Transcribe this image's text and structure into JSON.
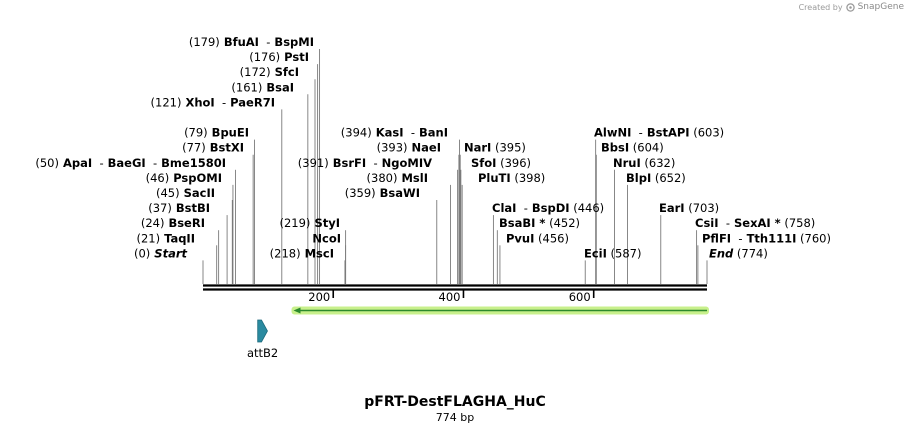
{
  "credit": {
    "text": "Created by",
    "brand": "SnapGene",
    "logo_icon": "snapgene-logo-icon"
  },
  "plasmid": {
    "name": "pFRT-DestFLAGHA_HuC",
    "length_label": "774 bp",
    "length": 774
  },
  "axis": {
    "ticks": [
      {
        "pos": 200,
        "label": "200"
      },
      {
        "pos": 400,
        "label": "400"
      },
      {
        "pos": 600,
        "label": "600"
      }
    ]
  },
  "features": [
    {
      "name": "attB2",
      "type": "arrow-right",
      "start": 84,
      "end": 99,
      "color": "#2a8aa0"
    },
    {
      "name": "",
      "type": "arrow-left",
      "start": 139,
      "end": 774,
      "color": "#2c8a2c",
      "glow": "#c8f08c"
    }
  ],
  "sites": [
    {
      "label_pos": "left",
      "parts": [
        {
          "t": "(179)"
        },
        {
          "t": "BfuAI",
          "b": true
        },
        {
          "t": "-"
        },
        {
          "t": "BspMI",
          "b": true
        }
      ],
      "pos": 179
    },
    {
      "label_pos": "left",
      "parts": [
        {
          "t": "(176)"
        },
        {
          "t": "PstI",
          "b": true
        }
      ],
      "pos": 176
    },
    {
      "label_pos": "left",
      "parts": [
        {
          "t": "(172)"
        },
        {
          "t": "SfcI",
          "b": true
        }
      ],
      "pos": 172
    },
    {
      "label_pos": "left",
      "parts": [
        {
          "t": "(161)"
        },
        {
          "t": "BsaI",
          "b": true
        }
      ],
      "pos": 161
    },
    {
      "label_pos": "left",
      "parts": [
        {
          "t": "(121)"
        },
        {
          "t": "XhoI",
          "b": true
        },
        {
          "t": "-"
        },
        {
          "t": "PaeR7I",
          "b": true
        }
      ],
      "pos": 121
    },
    {
      "label_pos": "left",
      "parts": [
        {
          "t": "(79)"
        },
        {
          "t": "BpuEI",
          "b": true
        }
      ],
      "pos": 79
    },
    {
      "label_pos": "left",
      "parts": [
        {
          "t": "(77)"
        },
        {
          "t": "BstXI",
          "b": true
        }
      ],
      "pos": 77
    },
    {
      "label_pos": "left",
      "parts": [
        {
          "t": "(50)"
        },
        {
          "t": "ApaI",
          "b": true
        },
        {
          "t": "-"
        },
        {
          "t": "BaeGI",
          "b": true
        },
        {
          "t": "-"
        },
        {
          "t": "Bme1580I",
          "b": true
        }
      ],
      "pos": 50
    },
    {
      "label_pos": "left",
      "parts": [
        {
          "t": "(46)"
        },
        {
          "t": "PspOMI",
          "b": true
        }
      ],
      "pos": 46
    },
    {
      "label_pos": "left",
      "parts": [
        {
          "t": "(45)"
        },
        {
          "t": "SacII",
          "b": true
        }
      ],
      "pos": 45
    },
    {
      "label_pos": "left",
      "parts": [
        {
          "t": "(37)"
        },
        {
          "t": "BstBI",
          "b": true
        }
      ],
      "pos": 37
    },
    {
      "label_pos": "left",
      "parts": [
        {
          "t": "(24)"
        },
        {
          "t": "BseRI",
          "b": true
        }
      ],
      "pos": 24
    },
    {
      "label_pos": "left",
      "parts": [
        {
          "t": "(21)"
        },
        {
          "t": "TaqII",
          "b": true
        }
      ],
      "pos": 21
    },
    {
      "label_pos": "left",
      "parts": [
        {
          "t": "(0)"
        },
        {
          "t": "Start",
          "b": true,
          "i": true
        }
      ],
      "pos": 0
    },
    {
      "label_pos": "left",
      "parts": [
        {
          "t": "(219)"
        },
        {
          "t": "StyI",
          "b": true
        }
      ],
      "pos": 219
    },
    {
      "label_pos": "left",
      "parts": [
        {
          "t": "NcoI",
          "b": true
        }
      ],
      "pos": 219
    },
    {
      "label_pos": "left",
      "parts": [
        {
          "t": "(218)"
        },
        {
          "t": "MscI",
          "b": true
        }
      ],
      "pos": 218
    },
    {
      "label_pos": "left",
      "parts": [
        {
          "t": "(394)"
        },
        {
          "t": "KasI",
          "b": true
        },
        {
          "t": "-"
        },
        {
          "t": "BanI",
          "b": true
        }
      ],
      "pos": 394
    },
    {
      "label_pos": "left",
      "parts": [
        {
          "t": "(393)"
        },
        {
          "t": "NaeI",
          "b": true
        }
      ],
      "pos": 393
    },
    {
      "label_pos": "left",
      "parts": [
        {
          "t": "(391)"
        },
        {
          "t": "BsrFI",
          "b": true
        },
        {
          "t": "-"
        },
        {
          "t": "NgoMIV",
          "b": true
        }
      ],
      "pos": 391
    },
    {
      "label_pos": "left",
      "parts": [
        {
          "t": "(380)"
        },
        {
          "t": "MslI",
          "b": true
        }
      ],
      "pos": 380
    },
    {
      "label_pos": "left",
      "parts": [
        {
          "t": "(359)"
        },
        {
          "t": "BsaWI",
          "b": true
        }
      ],
      "pos": 359
    },
    {
      "label_pos": "right",
      "parts": [
        {
          "t": "NarI",
          "b": true
        },
        {
          "t": "(395)"
        }
      ],
      "pos": 395
    },
    {
      "label_pos": "right",
      "parts": [
        {
          "t": "SfoI",
          "b": true
        },
        {
          "t": "(396)"
        }
      ],
      "pos": 396
    },
    {
      "label_pos": "right",
      "parts": [
        {
          "t": "PluTI",
          "b": true
        },
        {
          "t": "(398)"
        }
      ],
      "pos": 398
    },
    {
      "label_pos": "right",
      "parts": [
        {
          "t": "ClaI",
          "b": true
        },
        {
          "t": "-"
        },
        {
          "t": "BspDI",
          "b": true
        },
        {
          "t": "(446)"
        }
      ],
      "pos": 446
    },
    {
      "label_pos": "right",
      "parts": [
        {
          "t": "BsaBI *",
          "b": true
        },
        {
          "t": "(452)"
        }
      ],
      "pos": 452
    },
    {
      "label_pos": "right",
      "parts": [
        {
          "t": "PvuI",
          "b": true
        },
        {
          "t": "(456)"
        }
      ],
      "pos": 456
    },
    {
      "label_pos": "right",
      "parts": [
        {
          "t": "AlwNI",
          "b": true
        },
        {
          "t": "-"
        },
        {
          "t": "BstAPI",
          "b": true
        },
        {
          "t": "(603)"
        }
      ],
      "pos": 603
    },
    {
      "label_pos": "right",
      "parts": [
        {
          "t": "BbsI",
          "b": true
        },
        {
          "t": "(604)"
        }
      ],
      "pos": 604
    },
    {
      "label_pos": "right",
      "parts": [
        {
          "t": "NruI",
          "b": true
        },
        {
          "t": "(632)"
        }
      ],
      "pos": 632
    },
    {
      "label_pos": "right",
      "parts": [
        {
          "t": "BlpI",
          "b": true
        },
        {
          "t": "(652)"
        }
      ],
      "pos": 652
    },
    {
      "label_pos": "right",
      "parts": [
        {
          "t": "EciI",
          "b": true
        },
        {
          "t": "(587)"
        }
      ],
      "pos": 587
    },
    {
      "label_pos": "right",
      "parts": [
        {
          "t": "EarI",
          "b": true
        },
        {
          "t": "(703)"
        }
      ],
      "pos": 703
    },
    {
      "label_pos": "right",
      "parts": [
        {
          "t": "CsiI",
          "b": true
        },
        {
          "t": "-"
        },
        {
          "t": "SexAI *",
          "b": true
        },
        {
          "t": "(758)"
        }
      ],
      "pos": 758
    },
    {
      "label_pos": "right",
      "parts": [
        {
          "t": "PflFI",
          "b": true
        },
        {
          "t": "-"
        },
        {
          "t": "Tth111I",
          "b": true
        },
        {
          "t": "(760)"
        }
      ],
      "pos": 760
    },
    {
      "label_pos": "right",
      "parts": [
        {
          "t": "End",
          "b": true,
          "i": true
        },
        {
          "t": "(774)"
        }
      ],
      "pos": 774
    }
  ]
}
